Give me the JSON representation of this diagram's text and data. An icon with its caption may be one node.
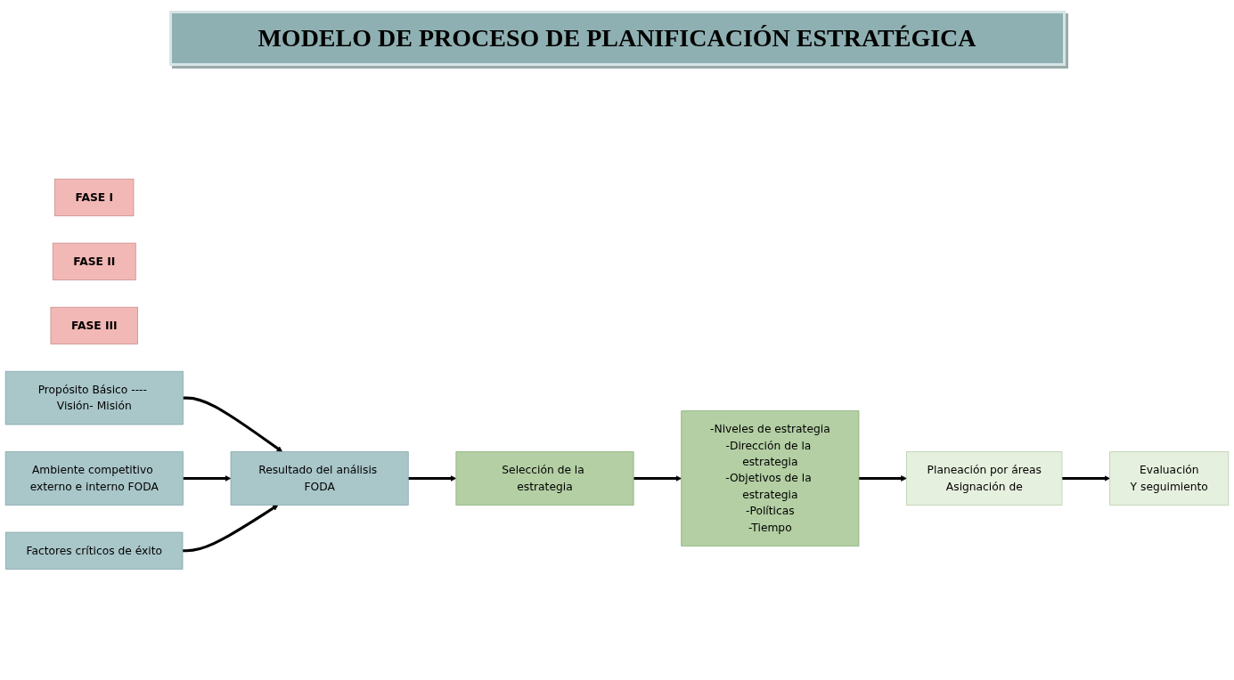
{
  "diagram": {
    "title": "MODELO DE PROCESO DE PLANIFICACIÓN ESTRATÉGICA",
    "nodes": [
      {
        "text": [
          "FASE I"
        ]
      },
      {
        "text": [
          "FASE II"
        ]
      },
      {
        "text": [
          "FASE III"
        ]
      },
      {
        "text": [
          "Ambiente competitivo externo e interno FODA"
        ]
      },
      {
        "text": [
          "Propósito Básico ---- Visión- Misión"
        ]
      },
      {
        "text": [
          "Resultado del análisis FODA"
        ]
      },
      {
        "text": [
          "Factores críticos de éxito"
        ]
      },
      {
        "text": [
          "Selección de la estrategia"
        ]
      },
      {
        "text": [
          "-Niveles de estrategia",
          "-Dirección de la estrategia",
          "-Objetivos de la estrategia",
          "-Políticas",
          "-Tiempo"
        ]
      },
      {
        "text": [
          "Planeación por áreas",
          "Asignación de"
        ]
      },
      {
        "text": [
          "Evaluación",
          "Y seguimiento"
        ]
      }
    ],
    "edges": [
      {
        "from": 4,
        "to": 5,
        "arrow": "to"
      },
      {
        "from": 3,
        "to": 5,
        "arrow": "to"
      },
      {
        "from": 6,
        "to": 5,
        "arrow": "to"
      },
      {
        "from": 5,
        "to": 7,
        "arrow": "to"
      },
      {
        "from": 7,
        "to": 8,
        "arrow": "to"
      },
      {
        "from": 8,
        "to": 9,
        "arrow": "to"
      },
      {
        "from": 9,
        "to": 10,
        "arrow": "to"
      }
    ]
  }
}
